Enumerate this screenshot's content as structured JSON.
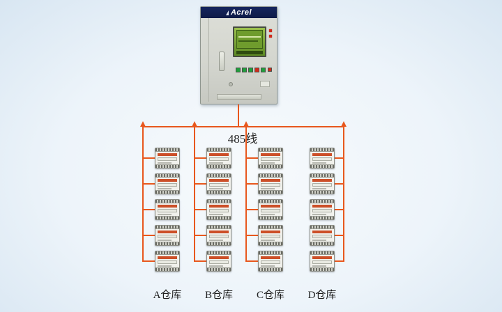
{
  "cabinet": {
    "brand": "Acrel"
  },
  "bus": {
    "label": "485线"
  },
  "columns": [
    {
      "id": "A",
      "label": "A仓库",
      "device_count": 5
    },
    {
      "id": "B",
      "label": "B仓库",
      "device_count": 5
    },
    {
      "id": "C",
      "label": "C仓库",
      "device_count": 5
    },
    {
      "id": "D",
      "label": "D仓库",
      "device_count": 5
    }
  ],
  "colors": {
    "accent_line": "#e8571d",
    "brand_bar": "#16265e",
    "screen_green": "#6f9c2d",
    "button_green": "#1f9e3c",
    "button_red": "#cf2b1c",
    "device_band": "#cc4f28"
  }
}
